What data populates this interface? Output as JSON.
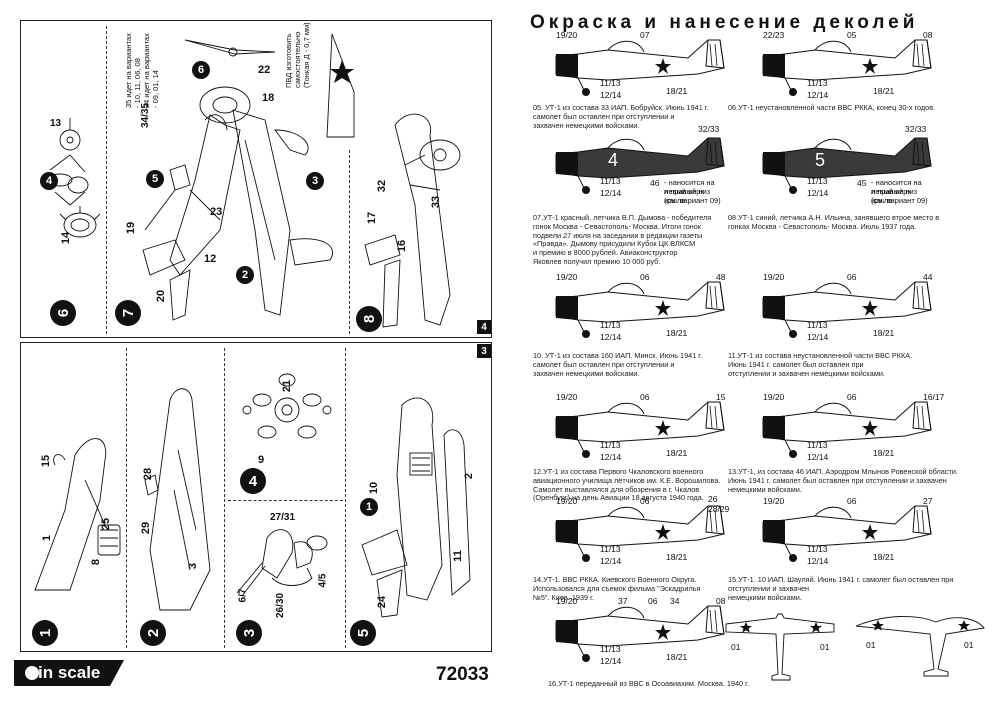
{
  "title": "Окраска и нанесение деколей",
  "brand": "in scale",
  "model_number": "72033",
  "page_numbers": {
    "top": "4",
    "bottom": "3"
  },
  "steps": {
    "s1": "1",
    "s2": "2",
    "s3": "3",
    "s4": "4",
    "s5": "5",
    "s6": "6",
    "s7": "7",
    "s8": "8"
  },
  "part_labels": {
    "p6_13": "13",
    "p6_4": "4",
    "p6_14": "14",
    "p7_6": "6",
    "p7_22": "22",
    "p7_18": "18",
    "p7_3435": "34/35",
    "p7_5": "5",
    "p7_19": "19",
    "p7_23": "23",
    "p7_12": "12",
    "p7_20": "20",
    "p7_2": "2",
    "p7_3": "3",
    "p8_32": "32",
    "p8_17": "17",
    "p8_16": "16",
    "p8_33": "33",
    "p1_15": "15",
    "p1_25": "25",
    "p1_1": "1",
    "p1_8": "8",
    "p2_28": "28",
    "p2_29": "29",
    "p2_3": "3",
    "p4_21": "21",
    "p4_9": "9",
    "p4_4": "4",
    "p3_2731": "27/31",
    "p3_67": "6/7",
    "p3_2630": "26/30",
    "p3_45": "4/5",
    "p5_10": "10",
    "p5_1": "1",
    "p5_2": "2",
    "p5_24": "24",
    "p5_11": "11"
  },
  "side_notes": {
    "variants": [
      "35 идет на вариантах",
      "- 10, 11, 06, 08",
      "34 идет на вариантах",
      "- 09, 01, 14"
    ],
    "self_made": [
      "ПВД изготовить",
      "самостоятельно",
      "(Тонкая Д - 0,7 мм)"
    ]
  },
  "profiles": [
    {
      "labels": [
        "19/20",
        "07",
        "11/13",
        "12/14",
        "18/21"
      ],
      "caption": [
        "05. УТ-1 из состава 33 ИАП. Бобруйск. Июнь 1941 г.",
        "самолет был оставлен при отступлении и",
        "захвачен немецкими войсками."
      ]
    },
    {
      "labels": [
        "22/23",
        "05",
        "08",
        "11/13",
        "12/14",
        "18/21"
      ],
      "caption": [
        "06.УТ-1 неустановленной части ВВС РККА, конец 30-х годов."
      ]
    },
    {
      "labels": [
        "32/33",
        "4",
        "11/13",
        "12/14",
        "46",
        "- наносится на левый верх",
        "и правый низ крыла",
        "(см. вариант 09)"
      ],
      "caption": [
        "07.УТ-1 красный, летчика В.П. Дымова - победителя",
        "гонок Москва - Севастополь- Москва. Итоги гонок",
        "подвели 27 июля на заседании в редакции газеты",
        "«Правда». Дымову присудили Кубок ЦК ВЛКСМ",
        "и премию в 8000 рублей. Авиаконструктор",
        "Яковлев получил премию 10 000 руб."
      ]
    },
    {
      "labels": [
        "32/33",
        "5",
        "11/13",
        "12/14",
        "45",
        "- наносится на левый верх",
        "и правый низ крыла",
        "(см. вариант 09)"
      ],
      "caption": [
        "08.УТ-1 синий, летчика А.Н. Ильина, занявшего втрое место в",
        "гонках Москва - Севастополь- Москва. Июль 1937 года."
      ]
    },
    {
      "labels": [
        "19/20",
        "06",
        "48",
        "11/13",
        "12/14",
        "18/21"
      ],
      "caption": [
        "10. УТ-1 из состава 160 ИАП. Минск. Июнь 1941 г.",
        "самолет был оставлен при отступлении и",
        "захвачен немецкими войсками."
      ]
    },
    {
      "labels": [
        "19/20",
        "06",
        "44",
        "11/13",
        "12/14",
        "18/21"
      ],
      "caption": [
        "11.УТ-1 из состава неустановленной части ВВС РККА.",
        "Июнь 1941 г. самолет был оставлен при",
        "отступлении и захвачен немецкими войсками."
      ]
    },
    {
      "labels": [
        "19/20",
        "06",
        "15",
        "11/13",
        "12/14",
        "18/21"
      ],
      "caption": [
        "12.УТ-1 из состава Первого Чкаловского военного",
        "авиационного училища лётчиков им. К.Е. Ворошилова.",
        "Самолет выставлялся для обозрения в г. Чкалов",
        "(Оренбург) на день Авиации 18 августа 1940 года."
      ]
    },
    {
      "labels": [
        "19/20",
        "06",
        "16/17",
        "11/13",
        "12/14",
        "18/21"
      ],
      "caption": [
        "13.УТ-1, из состава 46 ИАП. Аэродром Млынов Ровенской области.",
        "Июнь 1941 г. самолет был оставлен при отступлении и захвачен",
        "немецкими войсками."
      ]
    },
    {
      "labels": [
        "19/20",
        "06",
        "26",
        "28/29",
        "11/13",
        "12/14",
        "18/21"
      ],
      "caption": [
        "14.УТ-1. ВВС РККА. Киевского Военного Округа.",
        "Использовался для съемок фильма \"Эскадрилья",
        "№5\". Киев. 1939 г."
      ]
    },
    {
      "labels": [
        "19/20",
        "06",
        "27",
        "11/13",
        "12/14",
        "18/21"
      ],
      "caption": [
        "15.УТ-1. 10 ИАП. Шауляй. Июнь 1941 г. самолет был оставлен при",
        "отступлении и захвачен",
        "немецкими войсками."
      ]
    },
    {
      "labels": [
        "19/20",
        "37",
        "06",
        "34",
        "08",
        "11/13",
        "12/14",
        "18/21"
      ],
      "caption": [
        "16.УТ-1 переданный из ВВС в Осоавиахим. Москва. 1940 г."
      ]
    }
  ],
  "plan_labels": [
    "01",
    "01",
    "01",
    "01"
  ],
  "colors": {
    "ink": "#111111",
    "paper": "#ffffff",
    "dark_fuselage": "#3a3a3a"
  }
}
